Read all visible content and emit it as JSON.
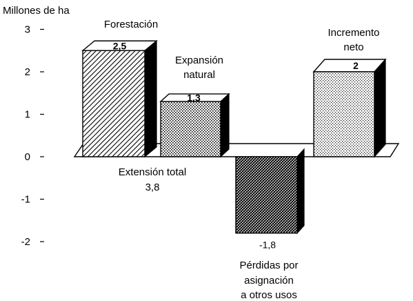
{
  "chart_data": {
    "type": "bar",
    "ylabel": "Millones de ha",
    "ylim": [
      -2,
      3
    ],
    "yticks": [
      3,
      2,
      1,
      0,
      -1,
      -2
    ],
    "bars": [
      {
        "category": [
          "Forestación"
        ],
        "value": 2.5,
        "value_label": "2,5",
        "pattern": "diag-dense"
      },
      {
        "category": [
          "Expansión",
          "natural"
        ],
        "value": 1.3,
        "value_label": "1,3",
        "pattern": "dots"
      },
      {
        "category": [
          "Pérdidas por",
          "asignación",
          "a otros usos"
        ],
        "value": -1.8,
        "value_label": "-1,8",
        "pattern": "diag-cross"
      },
      {
        "category": [
          "Incremento",
          "neto"
        ],
        "value": 2,
        "value_label": "2",
        "pattern": "dots-fine"
      }
    ],
    "annotations": [
      {
        "lines": [
          "Extensión total",
          "3,8"
        ]
      }
    ],
    "grid": false,
    "legend": "none"
  }
}
